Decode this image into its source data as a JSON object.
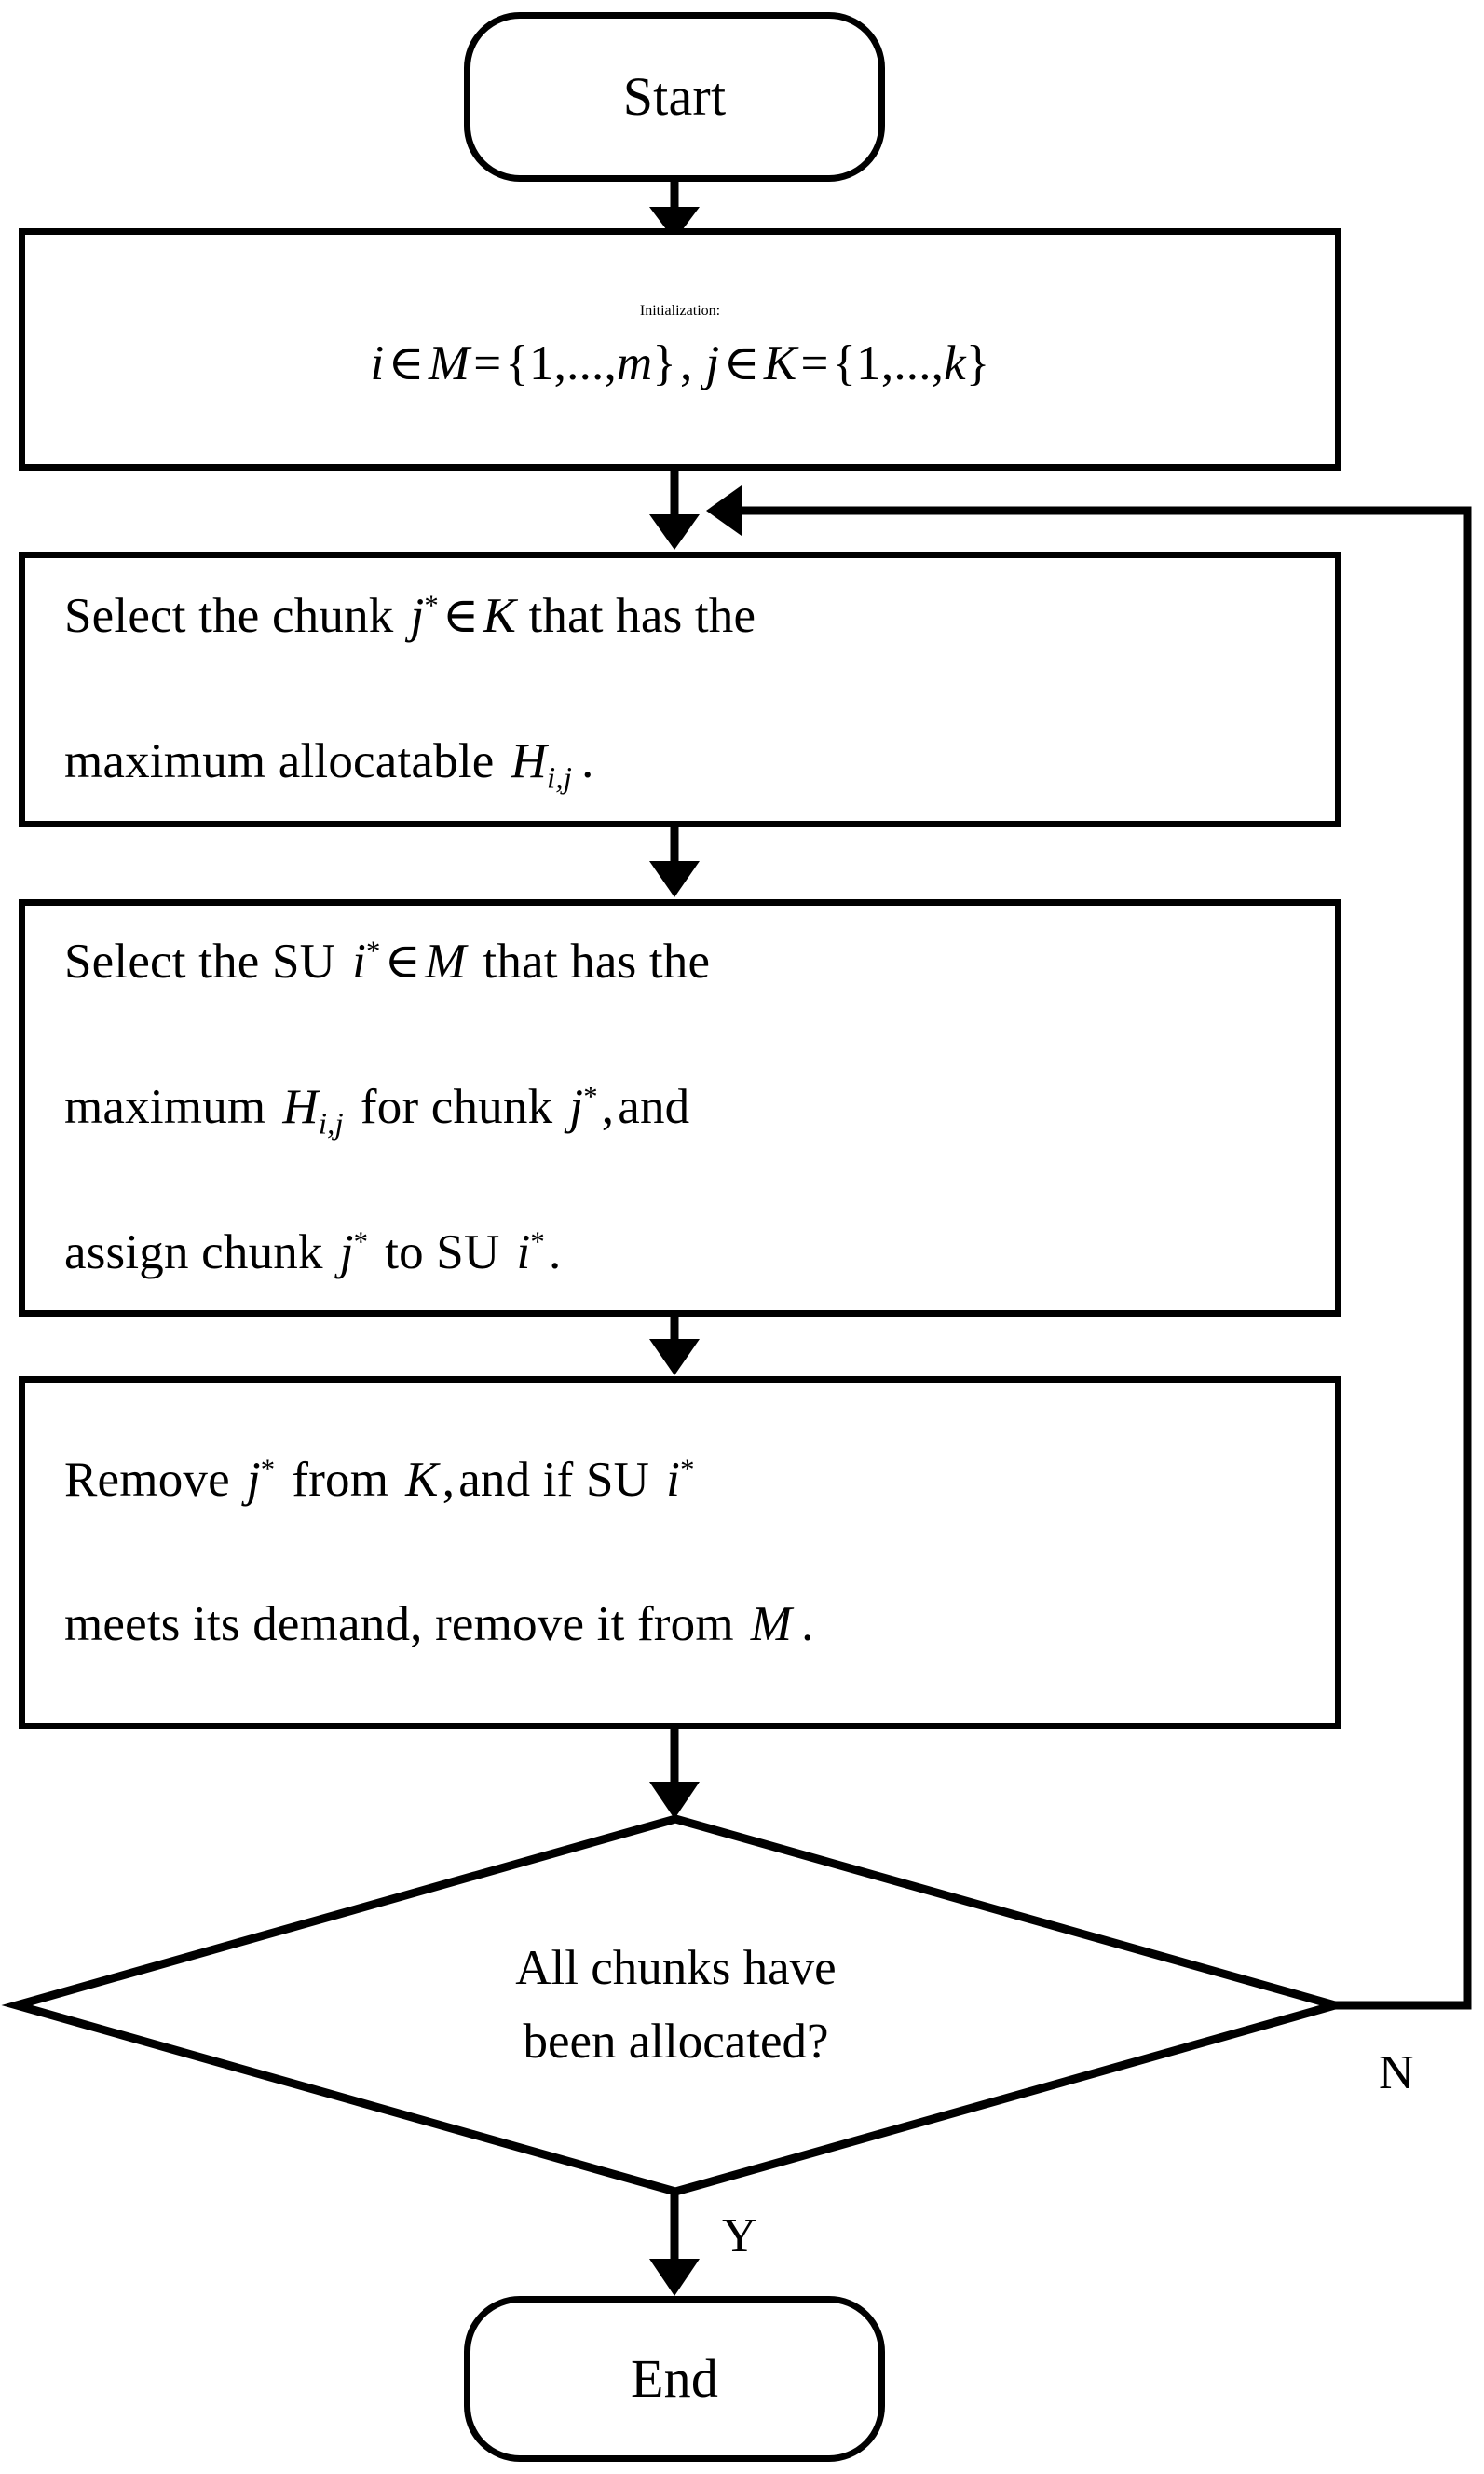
{
  "diagram": {
    "title": "Greedy chunk allocation flowchart",
    "stroke_color": "#000000",
    "fill_color": "#ffffff"
  },
  "nodes": {
    "start": {
      "label": "Start",
      "shape": "terminator"
    },
    "initialization": {
      "line1": "Initialization:",
      "line2_plain": "i ∈ M = {1,...,m} , j ∈ K = {1,...,k}",
      "shape": "process"
    },
    "select_chunk": {
      "line1_plain": "Select the chunk  j* ∈ K that has the",
      "line2_plain": "maximum allocatable  H i,j .",
      "shape": "process"
    },
    "select_su": {
      "line1_plain": "Select the SU  i* ∈ M  that has the",
      "line2_plain": "maximum  H i,j  for chunk  j* , and",
      "line3_plain": "assign chunk  j*  to SU  i* .",
      "shape": "process"
    },
    "remove": {
      "line1_plain": "Remove  j*  from  K , and if SU  i*",
      "line2_plain": "meets its demand, remove it from  M .",
      "shape": "process"
    },
    "decision": {
      "line1": "All chunks have",
      "line2": "been allocated?",
      "shape": "diamond"
    },
    "end": {
      "label": "End",
      "shape": "terminator"
    }
  },
  "edge_labels": {
    "no": "N",
    "yes": "Y"
  },
  "symbols": {
    "member_of": "∈",
    "star": "*",
    "set_M": "M",
    "set_K": "K",
    "var_i": "i",
    "var_j": "j",
    "var_m": "m",
    "var_k": "k",
    "var_H": "H",
    "subscript_ij": "i,j",
    "ellipsis": "...",
    "equals": "=",
    "one": "1"
  },
  "chart_data": {
    "type": "flowchart",
    "nodes": [
      {
        "id": "start",
        "kind": "terminator",
        "text": "Start"
      },
      {
        "id": "initialization",
        "kind": "process",
        "text": "Initialization: i ∈ M = {1,...,m} , j ∈ K = {1,...,k}"
      },
      {
        "id": "select_chunk",
        "kind": "process",
        "text": "Select the chunk j* ∈ K that has the maximum allocatable H_{i,j}."
      },
      {
        "id": "select_su",
        "kind": "process",
        "text": "Select the SU i* ∈ M that has the maximum H_{i,j} for chunk j*, and assign chunk j* to SU i*."
      },
      {
        "id": "remove",
        "kind": "process",
        "text": "Remove j* from K, and if SU i* meets its demand, remove it from M."
      },
      {
        "id": "decision",
        "kind": "decision",
        "text": "All chunks have been allocated?"
      },
      {
        "id": "end",
        "kind": "terminator",
        "text": "End"
      }
    ],
    "edges": [
      {
        "from": "start",
        "to": "initialization",
        "label": ""
      },
      {
        "from": "initialization",
        "to": "select_chunk",
        "label": ""
      },
      {
        "from": "select_chunk",
        "to": "select_su",
        "label": ""
      },
      {
        "from": "select_su",
        "to": "remove",
        "label": ""
      },
      {
        "from": "remove",
        "to": "decision",
        "label": ""
      },
      {
        "from": "decision",
        "to": "end",
        "label": "Y"
      },
      {
        "from": "decision",
        "to": "select_chunk",
        "label": "N"
      }
    ]
  }
}
